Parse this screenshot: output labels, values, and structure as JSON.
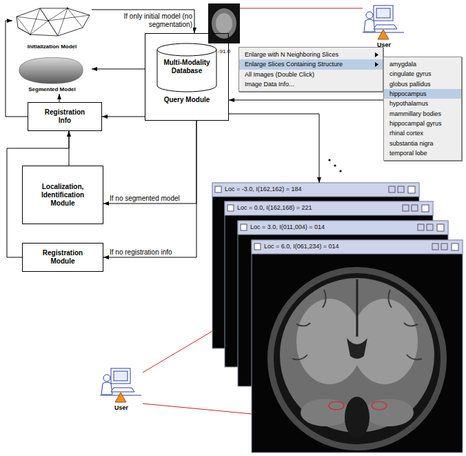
{
  "diagram": {
    "nodes": [
      {
        "text": [
          "Initialization Model"
        ]
      },
      {
        "text": [
          "Segmented Model"
        ]
      },
      {
        "text": [
          "Registration Info"
        ]
      },
      {
        "text": [
          "Multi-Modality Database",
          "Query Module"
        ]
      },
      {
        "text": [
          "Localization, Identification Module"
        ]
      },
      {
        "text": [
          "Registration Module"
        ]
      },
      {
        "text": [
          "-91.0"
        ]
      },
      {
        "text": [
          "Enlarge with N Neighboring Slices",
          "Enlarge Slices Containing Structure",
          "All Images (Double Click)",
          "Image Data Info..."
        ]
      },
      {
        "text": [
          "amygdala",
          "cingulate gyrus",
          "globus pallidus",
          "hippocampus",
          "hypothalamus",
          "mammillary bodies",
          "hippocampal gyrus",
          "rhinal cortex",
          "substantia nigra",
          "temporal lobe"
        ]
      },
      {
        "text": [
          "User"
        ]
      },
      {
        "text": [
          "Loc = -3.0, I(162,162) = 184"
        ]
      },
      {
        "text": [
          "Loc = 0.0, I(162,168) = 221"
        ]
      },
      {
        "text": [
          "Loc = 3.0, I(011,004) = 014"
        ]
      },
      {
        "text": [
          "Loc = 6.0, I(061,234) = 014"
        ]
      },
      {
        "text": [
          "User"
        ]
      }
    ],
    "edges": [
      {
        "from": 0,
        "to": 3,
        "label": "If only initial model (no segmentation)",
        "arrow": "to"
      },
      {
        "from": 2,
        "to": 0,
        "arrow": "to"
      },
      {
        "from": 2,
        "to": 1,
        "arrow": "to"
      },
      {
        "from": 4,
        "to": 2,
        "arrow": "to"
      },
      {
        "from": 5,
        "to": 2,
        "arrow": "to"
      },
      {
        "from": 3,
        "to": 1,
        "arrow": "to"
      },
      {
        "from": 3,
        "to": 2,
        "arrow": "to"
      },
      {
        "from": 3,
        "to": 4,
        "label": "If no segmented model",
        "arrow": "to"
      },
      {
        "from": 3,
        "to": 5,
        "label": "If no registration info",
        "arrow": "to"
      },
      {
        "from": 8,
        "to": 3,
        "arrow": "to"
      },
      {
        "from": 3,
        "to": 10,
        "arrow": "to"
      },
      {
        "from": 9,
        "to": 6,
        "arrow": "none"
      },
      {
        "from": 14,
        "to": 10,
        "arrow": "none"
      },
      {
        "from": 14,
        "to": 13,
        "arrow": "none"
      }
    ]
  }
}
